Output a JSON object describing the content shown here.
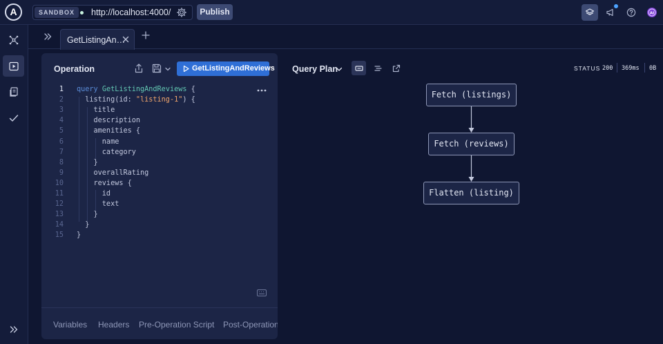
{
  "header": {
    "logo_letter": "A",
    "sandbox_label": "SANDBOX",
    "url": "http://localhost:4000/",
    "publish_label": "Publish"
  },
  "tabs": [
    {
      "label": "GetListingAn…"
    }
  ],
  "operation": {
    "title": "Operation",
    "run_label": "GetListingAndReviews",
    "code_lines": [
      {
        "n": "1",
        "segments": [
          {
            "t": "query ",
            "c": "kw"
          },
          {
            "t": "GetListingAndReviews",
            "c": "opname"
          },
          {
            "t": " {",
            "c": ""
          }
        ]
      },
      {
        "n": "2",
        "segments": [
          {
            "t": "  listing(id: ",
            "c": ""
          },
          {
            "t": "\"listing-1\"",
            "c": "str"
          },
          {
            "t": ") {",
            "c": ""
          }
        ]
      },
      {
        "n": "3",
        "segments": [
          {
            "t": "    title",
            "c": ""
          }
        ]
      },
      {
        "n": "4",
        "segments": [
          {
            "t": "    description",
            "c": ""
          }
        ]
      },
      {
        "n": "5",
        "segments": [
          {
            "t": "    amenities {",
            "c": ""
          }
        ]
      },
      {
        "n": "6",
        "segments": [
          {
            "t": "      name",
            "c": ""
          }
        ]
      },
      {
        "n": "7",
        "segments": [
          {
            "t": "      category",
            "c": ""
          }
        ]
      },
      {
        "n": "8",
        "segments": [
          {
            "t": "    }",
            "c": ""
          }
        ]
      },
      {
        "n": "9",
        "segments": [
          {
            "t": "    overallRating",
            "c": ""
          }
        ]
      },
      {
        "n": "10",
        "segments": [
          {
            "t": "    reviews {",
            "c": ""
          }
        ]
      },
      {
        "n": "11",
        "segments": [
          {
            "t": "      id",
            "c": ""
          }
        ]
      },
      {
        "n": "12",
        "segments": [
          {
            "t": "      text",
            "c": ""
          }
        ]
      },
      {
        "n": "13",
        "segments": [
          {
            "t": "    }",
            "c": ""
          }
        ]
      },
      {
        "n": "14",
        "segments": [
          {
            "t": "  }",
            "c": ""
          }
        ]
      },
      {
        "n": "15",
        "segments": [
          {
            "t": "}",
            "c": ""
          }
        ]
      }
    ],
    "footer_tabs": [
      "Variables",
      "Headers",
      "Pre-Operation Script",
      "Post-Operation"
    ]
  },
  "query_plan": {
    "title": "Query Plan",
    "status_label": "STATUS",
    "status_code": "200",
    "duration": "369ms",
    "size": "0B",
    "nodes": [
      "Fetch (listings)",
      "Fetch (reviews)",
      "Flatten (listing)"
    ]
  },
  "colors": {
    "background": "#0f1631",
    "panel": "#1c2546",
    "accent_button": "#2f6fd6",
    "keyword": "#5b8dd9",
    "operation_name": "#63c7b2",
    "string": "#f0a56c"
  },
  "icons": {
    "sidebar": [
      "schema-icon",
      "explorer-icon",
      "docs-icon",
      "checks-icon",
      "expand-icon"
    ],
    "topbar": [
      "settings-gear-icon",
      "layers-icon",
      "megaphone-icon",
      "help-icon",
      "avatar-icon"
    ]
  }
}
